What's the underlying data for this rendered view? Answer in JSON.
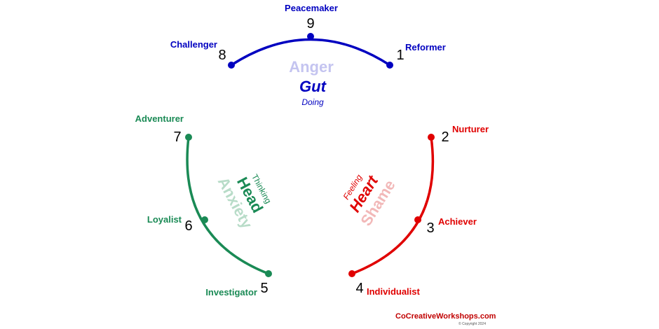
{
  "colors": {
    "gut": "#0000c0",
    "gut_light": "#c4c4f0",
    "heart": "#e00000",
    "heart_light": "#f2b8b8",
    "head": "#1a8a55",
    "head_light": "#b8dcc8"
  },
  "types": {
    "t1": {
      "number": "1",
      "name": "Reformer"
    },
    "t2": {
      "number": "2",
      "name": "Nurturer"
    },
    "t3": {
      "number": "3",
      "name": "Achiever"
    },
    "t4": {
      "number": "4",
      "name": "Individualist"
    },
    "t5": {
      "number": "5",
      "name": "Investigator"
    },
    "t6": {
      "number": "6",
      "name": "Loyalist"
    },
    "t7": {
      "number": "7",
      "name": "Adventurer"
    },
    "t8": {
      "number": "8",
      "name": "Challenger"
    },
    "t9": {
      "number": "9",
      "name": "Peacemaker"
    }
  },
  "centers": {
    "gut": {
      "emotion": "Anger",
      "center": "Gut",
      "mode": "Doing"
    },
    "heart": {
      "emotion": "Shame",
      "center": "Heart",
      "mode": "Feeling"
    },
    "head": {
      "emotion": "Anxiety",
      "center": "Head",
      "mode": "Thinking"
    }
  },
  "footer": {
    "website": "CoCreativeWorkshops.com",
    "copyright": "© Copyright 2024"
  }
}
